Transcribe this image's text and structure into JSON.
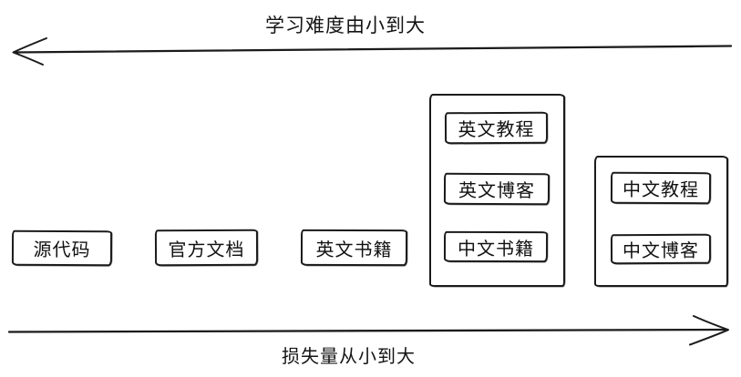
{
  "colors": {
    "ink": "#1b1b1b",
    "background": "#ffffff"
  },
  "axes": {
    "top": {
      "label": "学习难度由小到大",
      "arrow_direction": "left"
    },
    "bottom": {
      "label": "损失量从小到大",
      "arrow_direction": "right"
    }
  },
  "boxes": [
    {
      "label": "源代码"
    },
    {
      "label": "官方文档"
    },
    {
      "label": "英文书籍"
    }
  ],
  "groups": [
    {
      "items": [
        {
          "label": "英文教程"
        },
        {
          "label": "英文博客"
        },
        {
          "label": "中文书籍"
        }
      ]
    },
    {
      "items": [
        {
          "label": "中文教程"
        },
        {
          "label": "中文博客"
        }
      ]
    }
  ]
}
